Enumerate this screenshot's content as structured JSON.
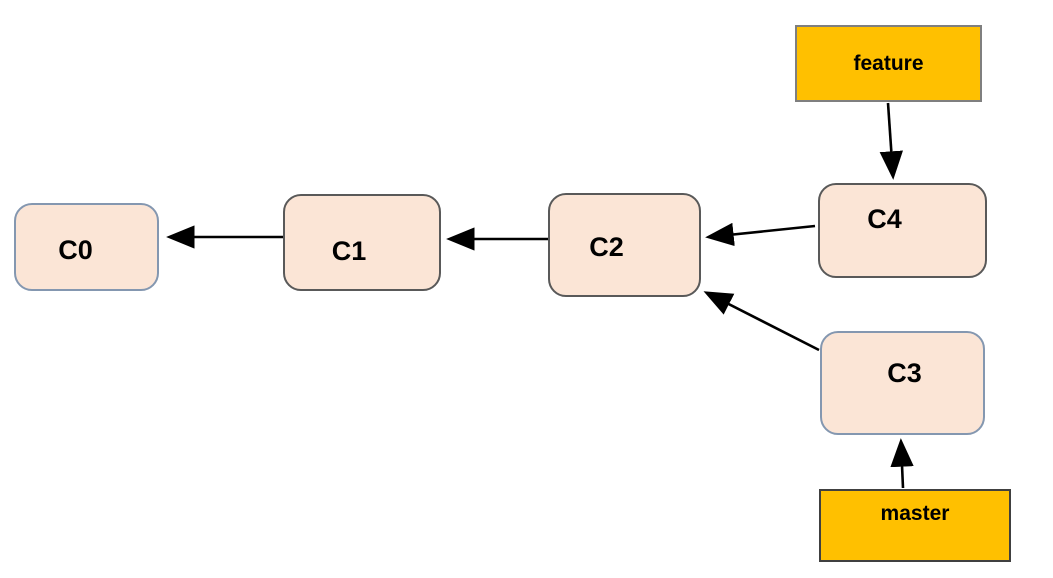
{
  "diagram": {
    "type": "git-commit-graph",
    "background": "#ffffff",
    "nodes": {
      "c0": {
        "label": "C0",
        "kind": "commit"
      },
      "c1": {
        "label": "C1",
        "kind": "commit"
      },
      "c2": {
        "label": "C2",
        "kind": "commit"
      },
      "c3": {
        "label": "C3",
        "kind": "commit"
      },
      "c4": {
        "label": "C4",
        "kind": "commit"
      }
    },
    "branch_labels": {
      "feature": {
        "label": "feature",
        "points_to": "C4"
      },
      "master": {
        "label": "master",
        "points_to": "C3"
      }
    },
    "edges": [
      {
        "from": "C1",
        "to": "C0"
      },
      {
        "from": "C2",
        "to": "C1"
      },
      {
        "from": "C4",
        "to": "C2"
      },
      {
        "from": "C3",
        "to": "C2"
      },
      {
        "from": "feature",
        "to": "C4"
      },
      {
        "from": "master",
        "to": "C3"
      }
    ],
    "colors": {
      "commit_fill": "#fbe5d6",
      "commit_border_gray": "#595959",
      "commit_border_blue": "#8497b0",
      "branch_fill": "#ffc000",
      "branch_border_gray": "#7f7f7f",
      "branch_border_dark": "#404040",
      "arrow": "#000000"
    }
  }
}
